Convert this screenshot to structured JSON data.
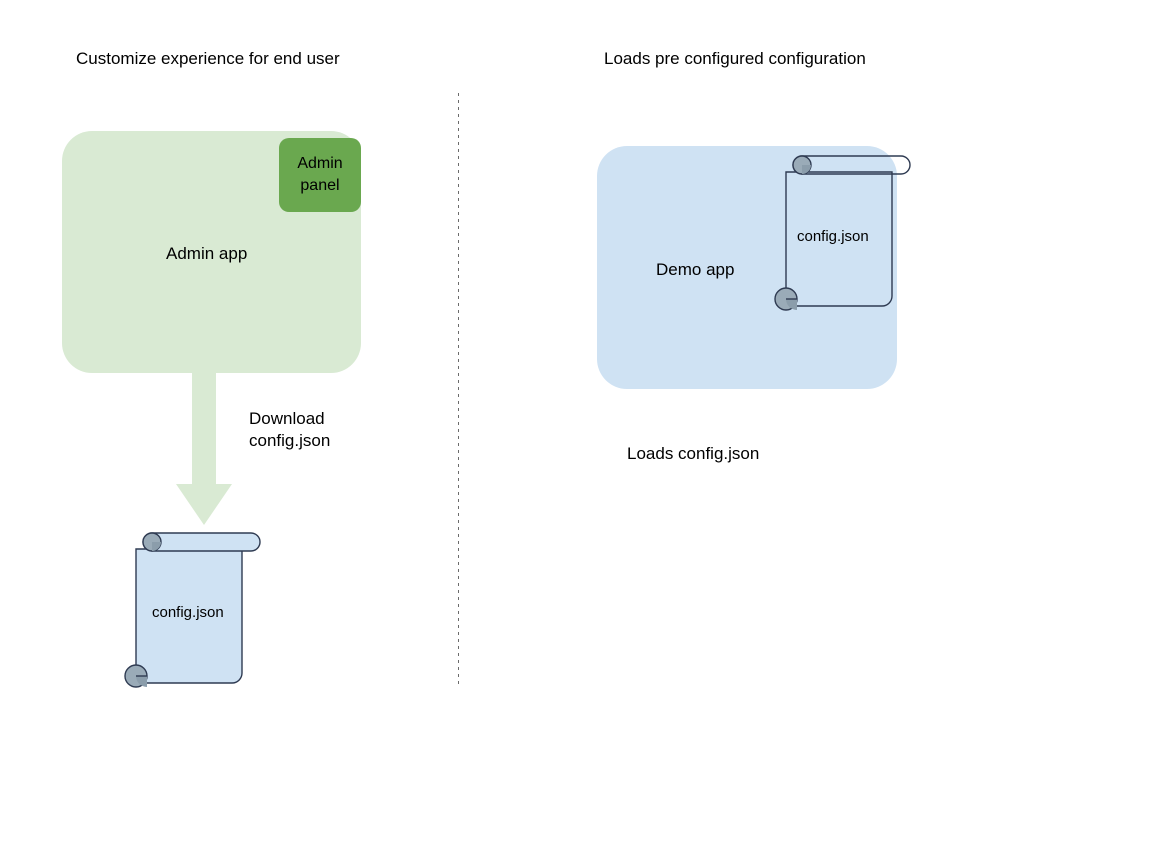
{
  "diagram": {
    "type": "flow-diagram",
    "background_color": "#ffffff",
    "sections": [
      {
        "id": "left",
        "title": "Customize experience for end user",
        "app": {
          "label": "Admin app",
          "fill": "#d9ead3"
        },
        "panel": {
          "label": "Admin panel",
          "line1": "Admin",
          "line2": "panel",
          "fill": "#6aa84f"
        },
        "arrow": {
          "label_line1": "Download",
          "label_line2": "config.json",
          "direction": "down",
          "fill": "#d9ead3"
        },
        "document": {
          "label": "config.json",
          "fill": "#cfe2f3",
          "stroke": "#2f3b52"
        }
      },
      {
        "id": "right",
        "title": "Loads pre configured configuration",
        "app": {
          "label": "Demo app",
          "fill": "#cfe2f3"
        },
        "document": {
          "label": "config.json",
          "fill": "none",
          "stroke": "#2f3b52"
        },
        "caption": "Loads config.json"
      }
    ],
    "divider": {
      "style": "dotted-vertical",
      "color": "#6b6b6b"
    }
  }
}
